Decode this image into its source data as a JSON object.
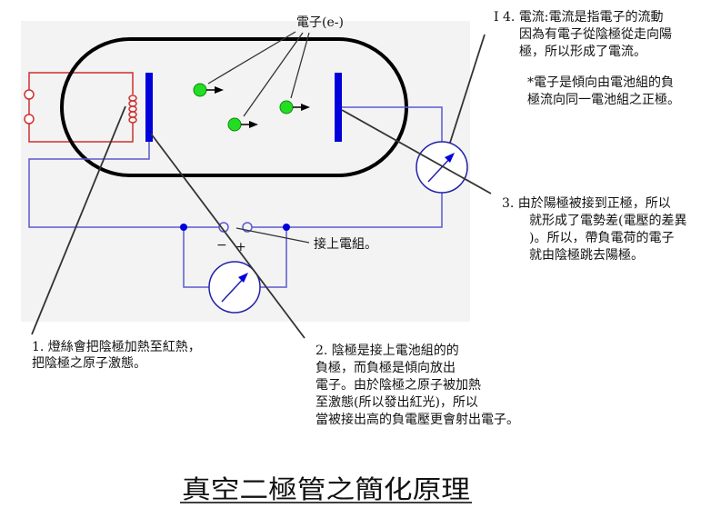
{
  "labels": {
    "electrons": "電子(e-)",
    "battery": "接上電組。",
    "minus": "−",
    "plus": "+"
  },
  "notes": {
    "n1": [
      "1. 燈絲會把陰極加熱至紅熱，",
      "把陰極之原子激態。"
    ],
    "n2": [
      "2. 陰極是接上電池組的的",
      "負極，而負極是傾向放出",
      "電子。由於陰極之原子被加熱",
      "至激態(所以發出紅光)，所以",
      "當被接出高的負電壓更會射出電子。"
    ],
    "n3": [
      "3.  由於陽極被接到正極，所以",
      "就形成了電勢差(電壓的差異",
      ")。所以，帶負電荷的電子",
      "就由陰極跳去陽極。"
    ],
    "n4": [
      "I 4.  電流:電流是指電子的流動",
      "因為有電子從陰極從走向陽",
      "極，所以形成了電流。",
      "*電子是傾向由電池組的負",
      "極流向同一電池組之正極。"
    ]
  },
  "title": "真空二極管之簡化原理",
  "colors": {
    "wire": "#5a5ad0",
    "electrode": "#0000dd",
    "filament": "#d03030",
    "electron": "#22dd22",
    "panel": "#f3f3f3"
  }
}
